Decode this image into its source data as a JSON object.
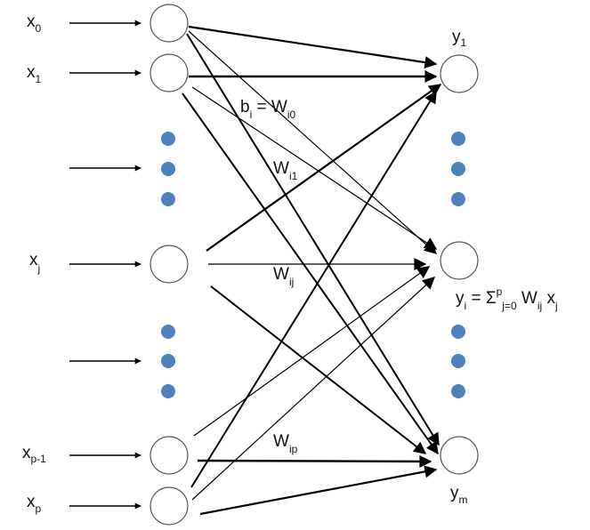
{
  "input_labels": [
    {
      "base": "x",
      "sub": "0"
    },
    {
      "base": "x",
      "sub": "1"
    },
    {
      "base": "x",
      "sub": "j"
    },
    {
      "base": "x",
      "sub": "p-1"
    },
    {
      "base": "x",
      "sub": "p"
    }
  ],
  "output_labels": [
    {
      "base": "y",
      "sub": "1"
    },
    {
      "base": "y",
      "sub": "m"
    }
  ],
  "weight_labels": [
    {
      "id": "bias",
      "parts": [
        [
          "b",
          ""
        ],
        [
          "i",
          "sub"
        ],
        [
          " = ",
          ""
        ],
        [
          "W",
          ""
        ],
        [
          "i0",
          "sub"
        ]
      ]
    },
    {
      "id": "wi1",
      "parts": [
        [
          "W",
          ""
        ],
        [
          "i1",
          "sub"
        ]
      ]
    },
    {
      "id": "wij",
      "parts": [
        [
          "W",
          ""
        ],
        [
          "ij",
          "sub"
        ]
      ]
    },
    {
      "id": "wip",
      "parts": [
        [
          "W",
          ""
        ],
        [
          "ip",
          "sub"
        ]
      ]
    }
  ],
  "formula": {
    "parts": [
      [
        "y",
        ""
      ],
      [
        "i",
        "sub"
      ],
      [
        " = Σ",
        ""
      ],
      [
        "p",
        "sup"
      ],
      [
        "j=0",
        "sub"
      ],
      [
        " W",
        ""
      ],
      [
        "ij",
        "sub"
      ],
      [
        " x",
        ""
      ],
      [
        "j",
        "sub"
      ]
    ]
  },
  "colors": {
    "dot": "#4f81bd",
    "line": "#000000",
    "node_stroke": "#555555"
  }
}
